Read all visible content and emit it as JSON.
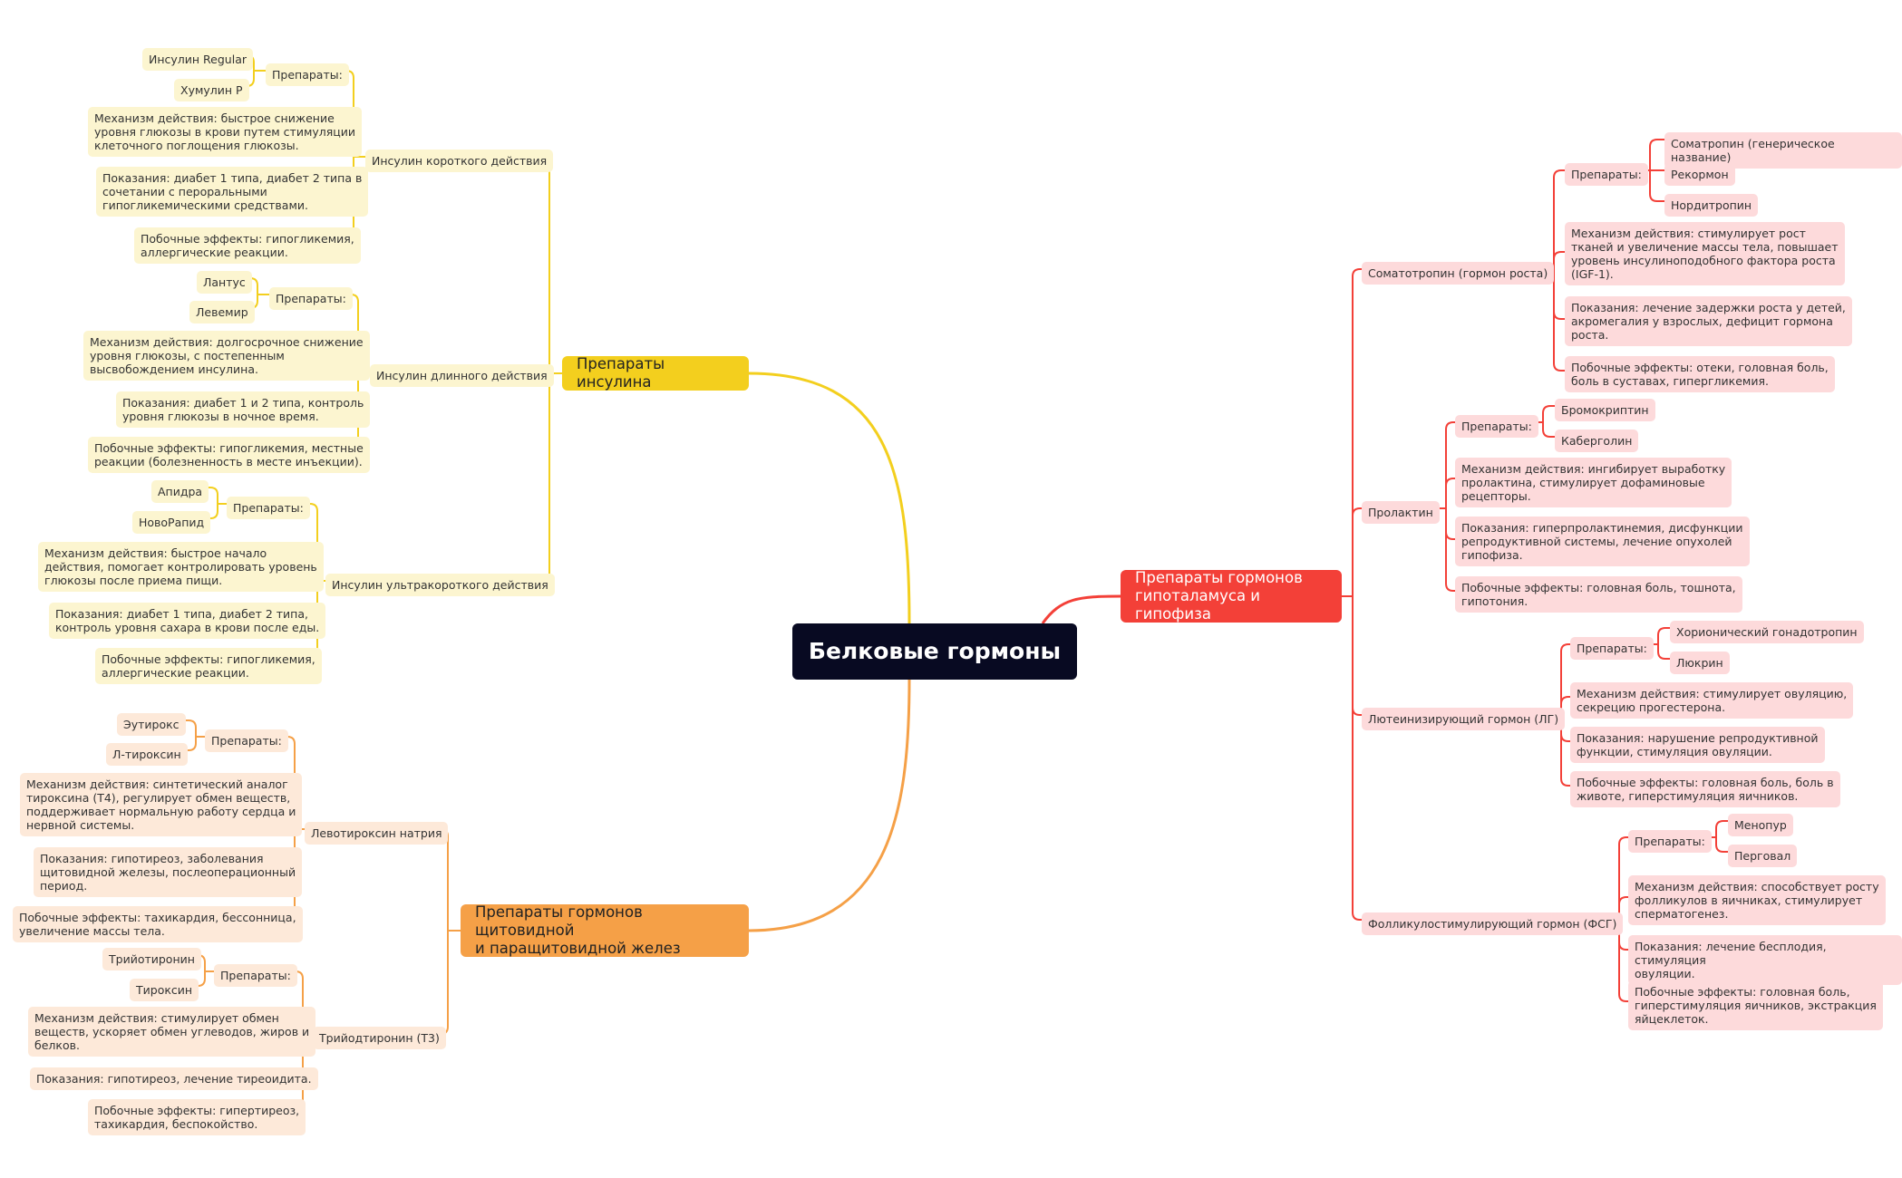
{
  "colors": {
    "root": "#080a22",
    "insulin": "#f3cf1e",
    "thyroid": "#f5a047",
    "hypothalamus": "#f34038"
  },
  "root": "Белковые гормоны",
  "insulin": {
    "title": "Препараты инсулина",
    "short": {
      "title": "Инсулин короткого действия",
      "prep_label": "Препараты:",
      "preps": [
        "Инсулин Regular",
        "Хумулин Р"
      ],
      "mechanism": "Механизм действия: быстрое снижение\nуровня глюкозы в крови путем стимуляции\nклеточного поглощения глюкозы.",
      "indications": "Показания: диабет 1 типа, диабет 2 типа в\nсочетании с пероральными\nгипогликемическими средствами.",
      "side_effects": "Побочные эффекты: гипогликемия,\nаллергические реакции."
    },
    "long": {
      "title": "Инсулин длинного действия",
      "prep_label": "Препараты:",
      "preps": [
        "Лантус",
        "Левемир"
      ],
      "mechanism": "Механизм действия: долгосрочное снижение\nуровня глюкозы, с постепенным\nвысвобождением инсулина.",
      "indications": "Показания: диабет 1 и 2 типа, контроль\nуровня глюкозы в ночное время.",
      "side_effects": "Побочные эффекты: гипогликемия, местные\nреакции (болезненность в месте инъекции)."
    },
    "ultra": {
      "title": "Инсулин ультракороткого действия",
      "prep_label": "Препараты:",
      "preps": [
        "Апидра",
        "НовоРапид"
      ],
      "mechanism": "Механизм действия: быстрое начало\nдействия, помогает контролировать уровень\nглюкозы после приема пищи.",
      "indications": "Показания: диабет 1 типа, диабет 2 типа,\nконтроль уровня сахара в крови после еды.",
      "side_effects": "Побочные эффекты: гипогликемия,\nаллергические реакции."
    }
  },
  "thyroid": {
    "title": "Препараты гормонов щитовидной\nи паращитовидной желез",
    "levo": {
      "title": "Левотироксин натрия",
      "prep_label": "Препараты:",
      "preps": [
        "Эутирокс",
        "Л-тироксин"
      ],
      "mechanism": "Механизм действия: синтетический аналог\nтироксина (Т4), регулирует обмен веществ,\nподдерживает нормальную работу сердца и\nнервной системы.",
      "indications": "Показания: гипотиреоз, заболевания\nщитовидной железы, послеоперационный\nпериод.",
      "side_effects": "Побочные эффекты: тахикардия, бессонница,\nувеличение массы тела."
    },
    "t3": {
      "title": "Трийодтиронин (Т3)",
      "prep_label": "Препараты:",
      "preps": [
        "Трийотиронин",
        "Тироксин"
      ],
      "mechanism": "Механизм действия: стимулирует обмен\nвеществ, ускоряет обмен углеводов, жиров и\nбелков.",
      "indications": "Показания: гипотиреоз, лечение тиреоидита.",
      "side_effects": "Побочные эффекты: гипертиреоз,\nтахикардия, беспокойство."
    }
  },
  "hypo": {
    "title": "Препараты гормонов\nгипоталамуса и гипофиза",
    "soma": {
      "title": "Соматотропин (гормон роста)",
      "prep_label": "Препараты:",
      "preps": [
        "Соматропин (генерическое название)",
        "Рекормон",
        "Нордитропин"
      ],
      "mechanism": "Механизм действия: стимулирует рост\nтканей и увеличение массы тела, повышает\nуровень инсулиноподобного фактора роста\n(IGF-1).",
      "indications": "Показания: лечение задержки роста у детей,\nакромегалия у взрослых, дефицит гормона\nроста.",
      "side_effects": "Побочные эффекты: отеки, головная боль,\nболь в суставах, гипергликемия."
    },
    "prl": {
      "title": "Пролактин",
      "prep_label": "Препараты:",
      "preps": [
        "Бромокриптин",
        "Каберголин"
      ],
      "mechanism": "Механизм действия: ингибирует выработку\nпролактина, стимулирует дофаминовые\nрецепторы.",
      "indications": "Показания: гиперпролактинемия, дисфункции\nрепродуктивной системы, лечение опухолей\nгипофиза.",
      "side_effects": "Побочные эффекты: головная боль, тошнота,\nгипотония."
    },
    "lh": {
      "title": "Лютеинизирующий гормон (ЛГ)",
      "prep_label": "Препараты:",
      "preps": [
        "Хорионический гонадотропин",
        "Люкрин"
      ],
      "mechanism": "Механизм действия: стимулирует овуляцию,\nсекрецию прогестерона.",
      "indications": "Показания: нарушение репродуктивной\nфункции, стимуляция овуляции.",
      "side_effects": "Побочные эффекты: головная боль, боль в\nживоте, гиперстимуляция яичников."
    },
    "fsh": {
      "title": "Фолликулостимулирующий гормон (ФСГ)",
      "prep_label": "Препараты:",
      "preps": [
        "Менопур",
        "Перговал"
      ],
      "mechanism": "Механизм действия: способствует росту\nфолликулов в яичниках, стимулирует\nсперматогенез.",
      "indications": "Показания: лечение бесплодия, стимуляция\nовуляции.",
      "side_effects": "Побочные эффекты: головная боль,\nгиперстимуляция яичников, экстракция\nяйцеклеток."
    }
  }
}
